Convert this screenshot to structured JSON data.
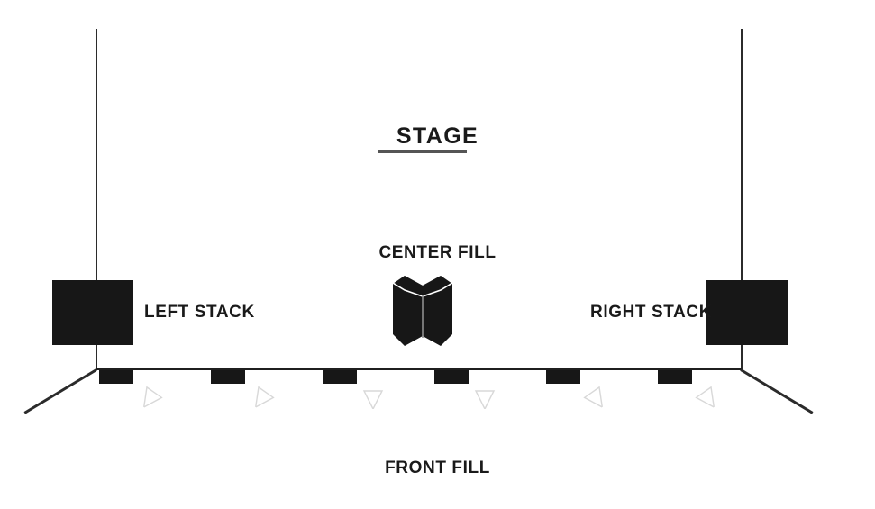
{
  "diagram": {
    "title": "STAGE",
    "labels": {
      "center_fill": "CENTER FILL",
      "left_stack": "LEFT STACK",
      "right_stack": "RIGHT STACK",
      "front_fill": "FRONT FILL"
    },
    "colors": {
      "speaker_fill": "#171717",
      "line": "#2b2b2b",
      "title_underline": "#555555",
      "dispersion_outline": "#d8d8d8",
      "background": "#ffffff"
    },
    "front_fill": {
      "count": 6,
      "bar_x": [
        110,
        234,
        358,
        482,
        606,
        730
      ],
      "dispersion_angles": [
        -55,
        -55,
        -90,
        -90,
        -125,
        -125
      ]
    },
    "elements": [
      {
        "name": "left-stack",
        "label": "LEFT STACK",
        "type": "stack"
      },
      {
        "name": "right-stack",
        "label": "RIGHT STACK",
        "type": "stack"
      },
      {
        "name": "center-fill",
        "label": "CENTER FILL",
        "type": "prism"
      },
      {
        "name": "front-fill",
        "label": "FRONT FILL",
        "type": "bar-array"
      }
    ]
  }
}
